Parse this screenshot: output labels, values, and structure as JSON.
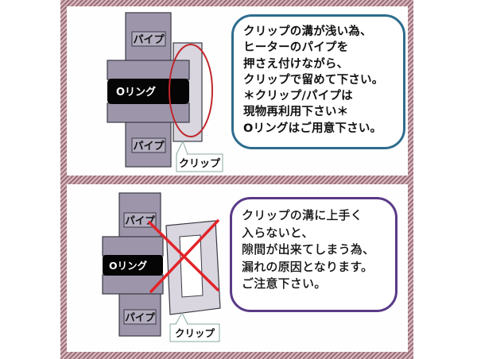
{
  "colors": {
    "frame_dark": "#9b6f7a",
    "frame_light": "#d9b9c0",
    "pipe_fill": "#9d96ab",
    "pipe_stroke": "#3a3a44",
    "oring_fill": "#050505",
    "clip_fill": "#d9d6df",
    "highlight_red": "#c0272d",
    "cross_red": "#e2232a",
    "bubble_top_border": "#2e6c8e",
    "bubble_bottom_border": "#5a3a87",
    "callout_border": "#8aa9a3"
  },
  "top_panel": {
    "status": "correct",
    "labels": {
      "pipe_upper": "パイプ",
      "pipe_lower": "パイプ",
      "oring": "Oリング",
      "clip": "クリップ"
    },
    "note_lines": [
      "クリップの溝が浅い為、",
      "ヒーターのパイプを",
      "押さえ付けながら、",
      "クリップで留めて下さい。",
      "＊クリップ/パイプは",
      "現物再利用下さい＊",
      "Oリングはご用意下さい。"
    ],
    "marker_icon": "red-ellipse-highlight"
  },
  "bottom_panel": {
    "status": "incorrect",
    "labels": {
      "pipe_upper": "パイプ",
      "pipe_lower": "パイプ",
      "oring": "Oリング",
      "clip": "クリップ"
    },
    "note_lines": [
      "クリップの溝に上手く",
      "入らないと、",
      "隙間が出来てしまう為、",
      "漏れの原因となります。",
      "ご注意下さい。"
    ],
    "marker_icon": "red-x-cross"
  }
}
